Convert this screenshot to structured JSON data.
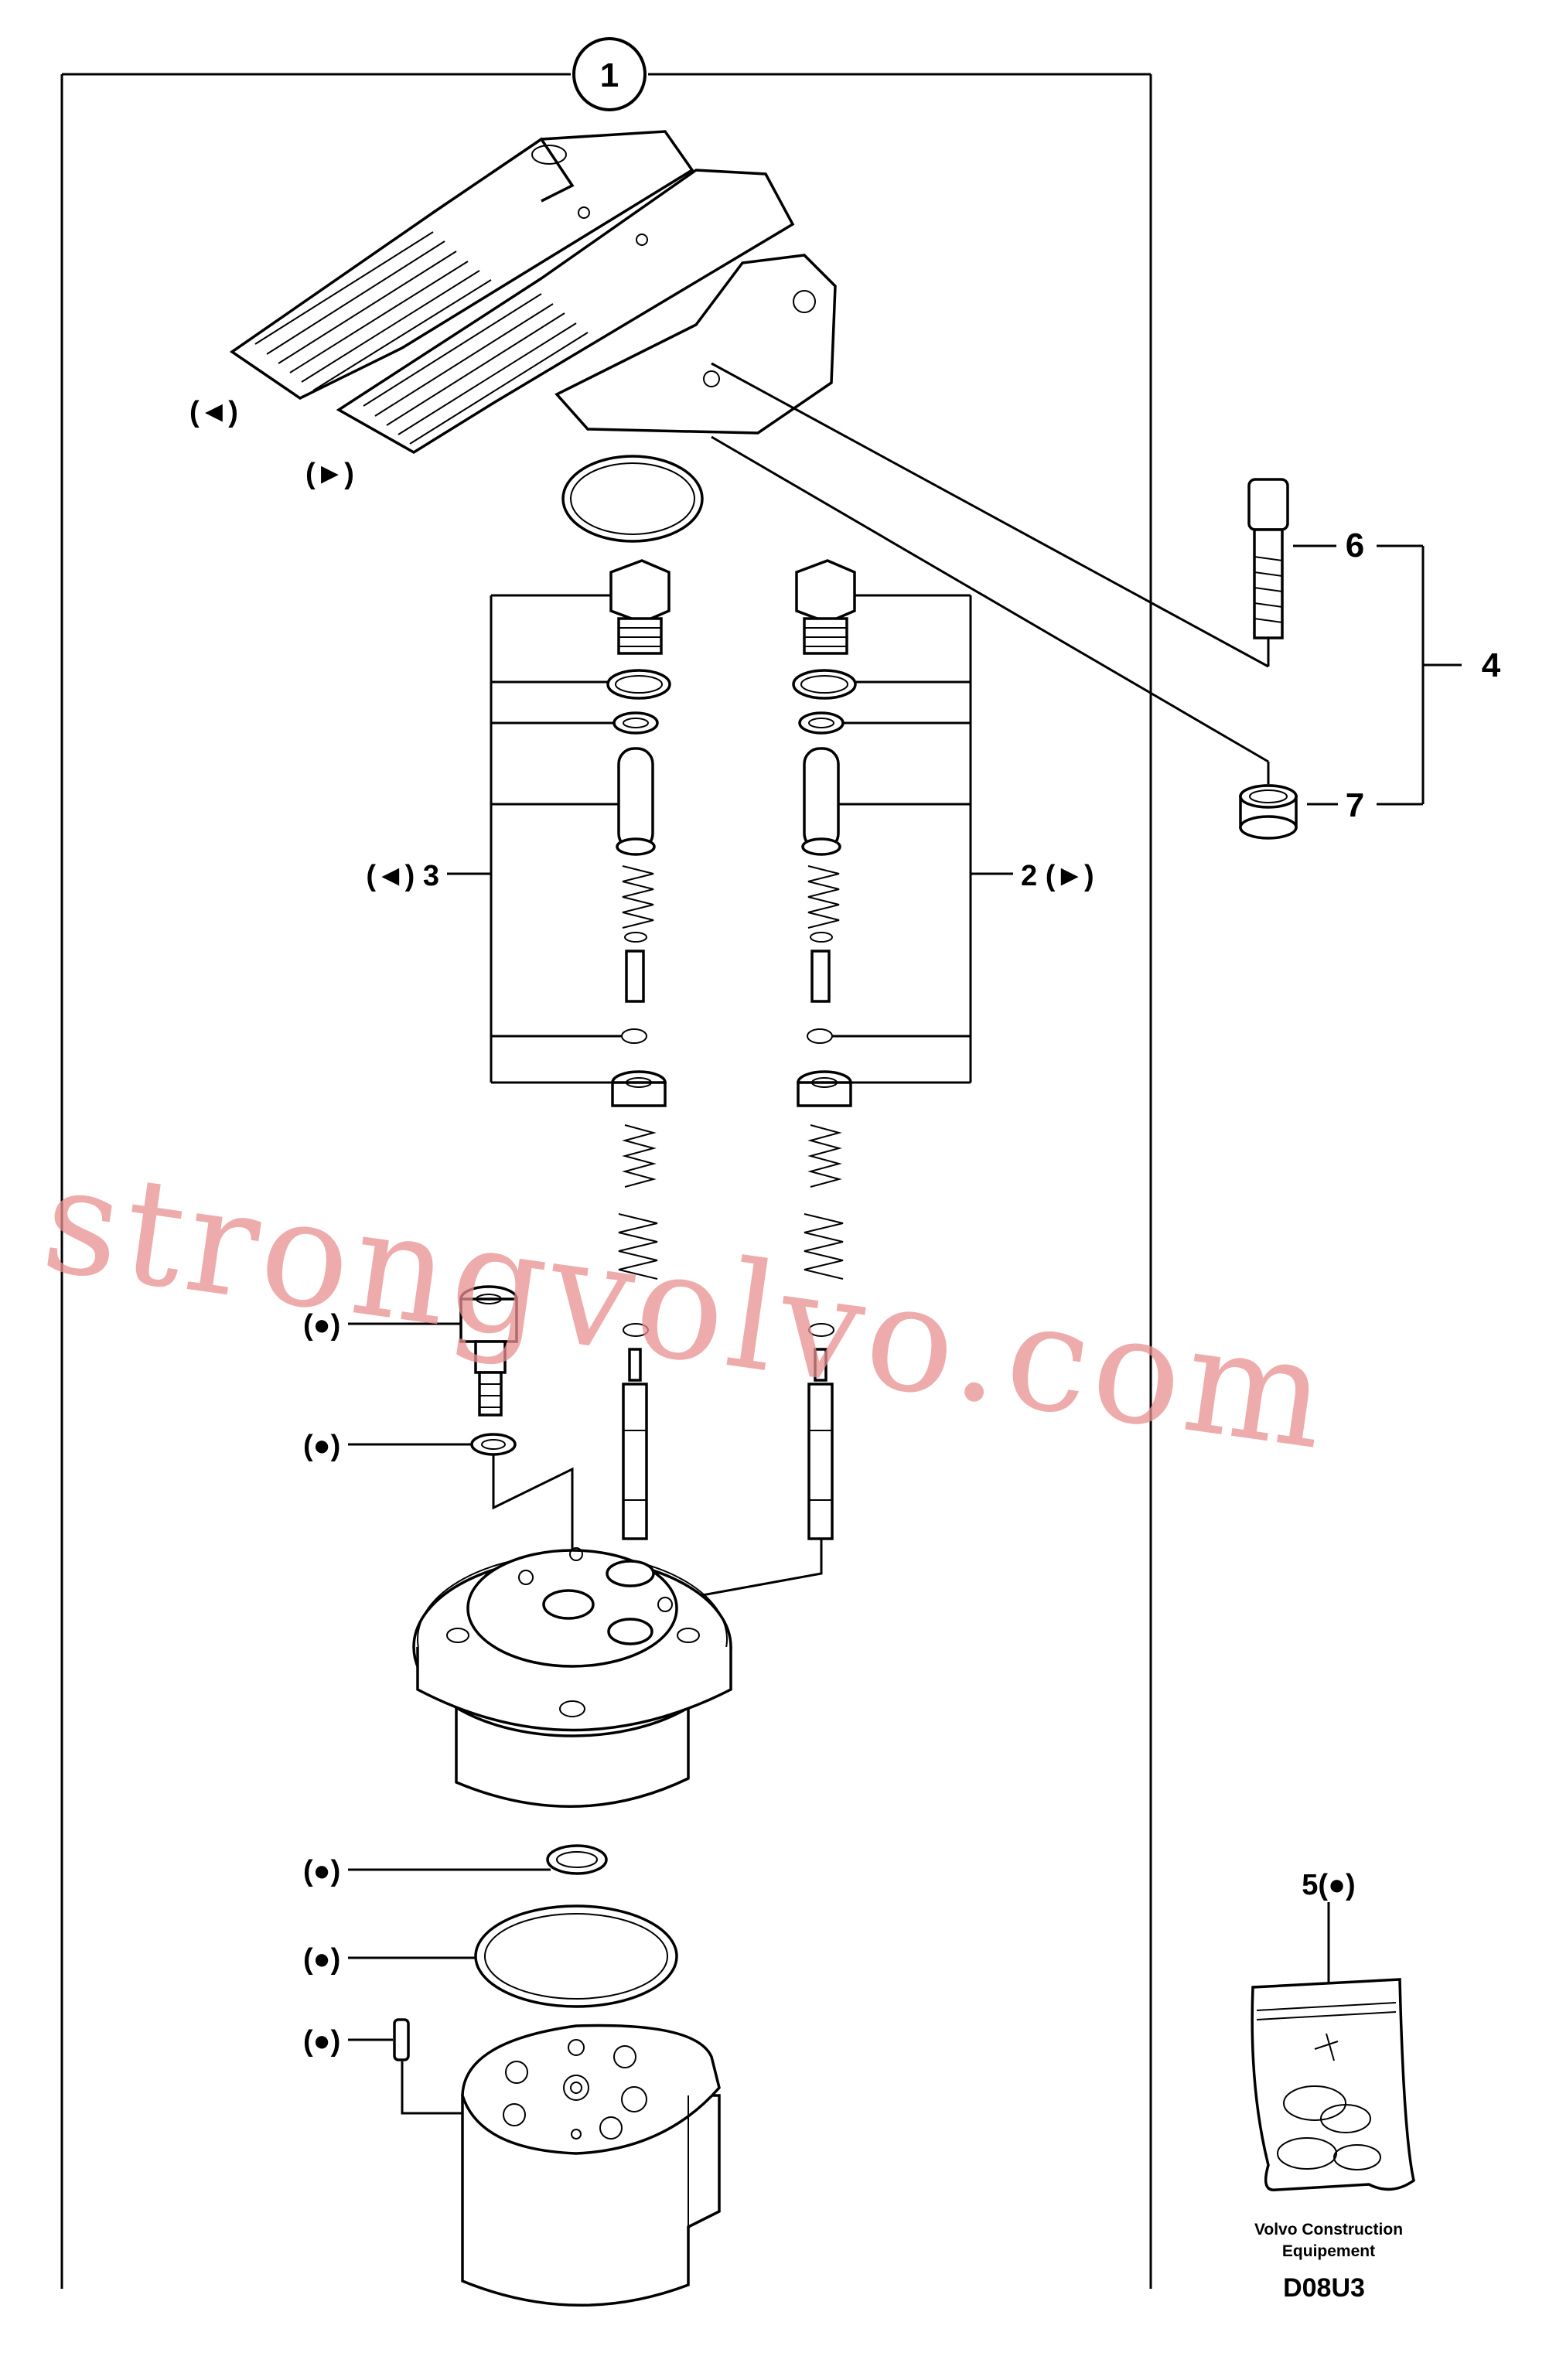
{
  "diagram": {
    "section_number": "1",
    "callouts": {
      "pedal_left": "(◄)",
      "pedal_right": "(►)",
      "bolt": "6",
      "kit": "4",
      "bushing": "7",
      "valve_left": "(◄) 3",
      "valve_right": "2 (►)",
      "plug": "(●)",
      "plug_washer": "(●)",
      "small_oring": "(●)",
      "large_oring": "(●)",
      "pin": "(●)",
      "seal_kit": "5(●)"
    },
    "footer": {
      "brand_line1": "Volvo Construction",
      "brand_line2": "Equipement",
      "drawing_code": "D08U3"
    },
    "watermark": "strongvolvo.com"
  }
}
